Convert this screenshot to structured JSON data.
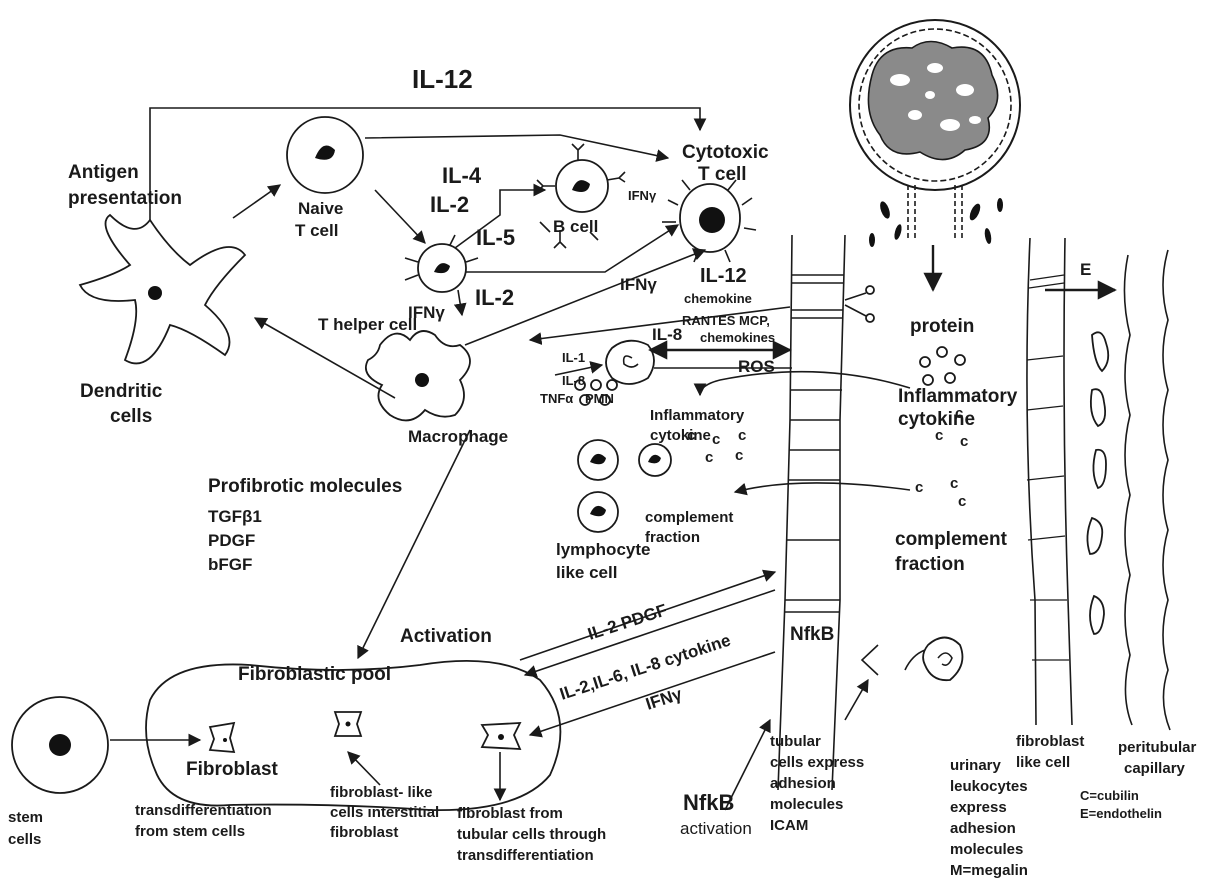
{
  "labels": {
    "il12_top": "IL-12",
    "antigen_presentation_1": "Antigen",
    "antigen_presentation_2": "presentation",
    "naive_1": "Naive",
    "naive_2": "T cell",
    "cytotoxic_1": "Cytotoxic",
    "cytotoxic_2": "T cell",
    "il4": "IL-4",
    "il2_a": "IL-2",
    "il5": "IL-5",
    "b_cell": "B cell",
    "ifng_b": "IFNγ",
    "t_helper": "T helper cell",
    "il2_b": "IL-2",
    "ifng_mid": "IFNγ",
    "il12_mid": "IL-12",
    "ifng_left": "IFNγ",
    "chemokine": "chemokine",
    "rantes": "RANTES MCP,",
    "il8_a": "IL-8",
    "chemokines": "chemokines",
    "il1": "IL-1",
    "il8_b": "IL-8",
    "tnfa": "TNFα",
    "pmn": "PMN",
    "ros": "ROS",
    "inflam_small_1": "Inflammatory",
    "inflam_small_2": "cytokine",
    "dendritic_1": "Dendritic",
    "dendritic_2": "cells",
    "macrophage": "Macrophage",
    "profibrotic": "Profibrotic molecules",
    "tgf": "TGFβ1",
    "pdgf": "PDGF",
    "bfgf": "bFGF",
    "lymph_1": "lymphocyte",
    "lymph_2": "like cell",
    "compl_small_1": "complement",
    "compl_small_2": "fraction",
    "protein": "protein",
    "inflam_big_1": "Inflammatory",
    "inflam_big_2": "cytokine",
    "compl_big_1": "complement",
    "compl_big_2": "fraction",
    "e_label": "E",
    "activation": "Activation",
    "fibro_pool": "Fibroblastic pool",
    "il2pdgf": "IL-2 PDGF",
    "il2_6_8": "IL-2,IL-6, IL-8 cytokine",
    "ifng_bottom": "IFNγ",
    "nfkb_top": "NfkB",
    "fibroblast": "Fibroblast",
    "stem_1": "stem",
    "stem_2": "cells",
    "trans_1": "transdifferentiation",
    "trans_2": "from stem cells",
    "fibro_like_1": "fibroblast- like",
    "fibro_like_2": "cells interstitial",
    "fibro_like_3": "fibroblast",
    "fibro_from_1": "fibroblast from",
    "fibro_from_2": "tubular cells through",
    "fibro_from_3": "transdifferentiation",
    "nfkb_bottom": "NfkB",
    "nfkb_activation": "activation",
    "tubular_1": "tubular",
    "tubular_2": "cells express",
    "tubular_3": "adhesion",
    "tubular_4": "molecules",
    "tubular_5": "ICAM",
    "fibro_like_cell_1": "fibroblast",
    "fibro_like_cell_2": "like cell",
    "peritubular_1": "peritubular",
    "peritubular_2": "capillary",
    "urinary_1": "urinary",
    "urinary_2": "leukocytes",
    "urinary_3": "express",
    "urinary_4": "adhesion",
    "urinary_5": "molecules",
    "urinary_6": "M=megalin",
    "urinary_7": "C=cubilin",
    "urinary_8": "E=endothelin"
  },
  "colors": {
    "ink": "#1a1a1a",
    "background": "#ffffff",
    "glomerulus_fill": "#8a8a8a"
  }
}
